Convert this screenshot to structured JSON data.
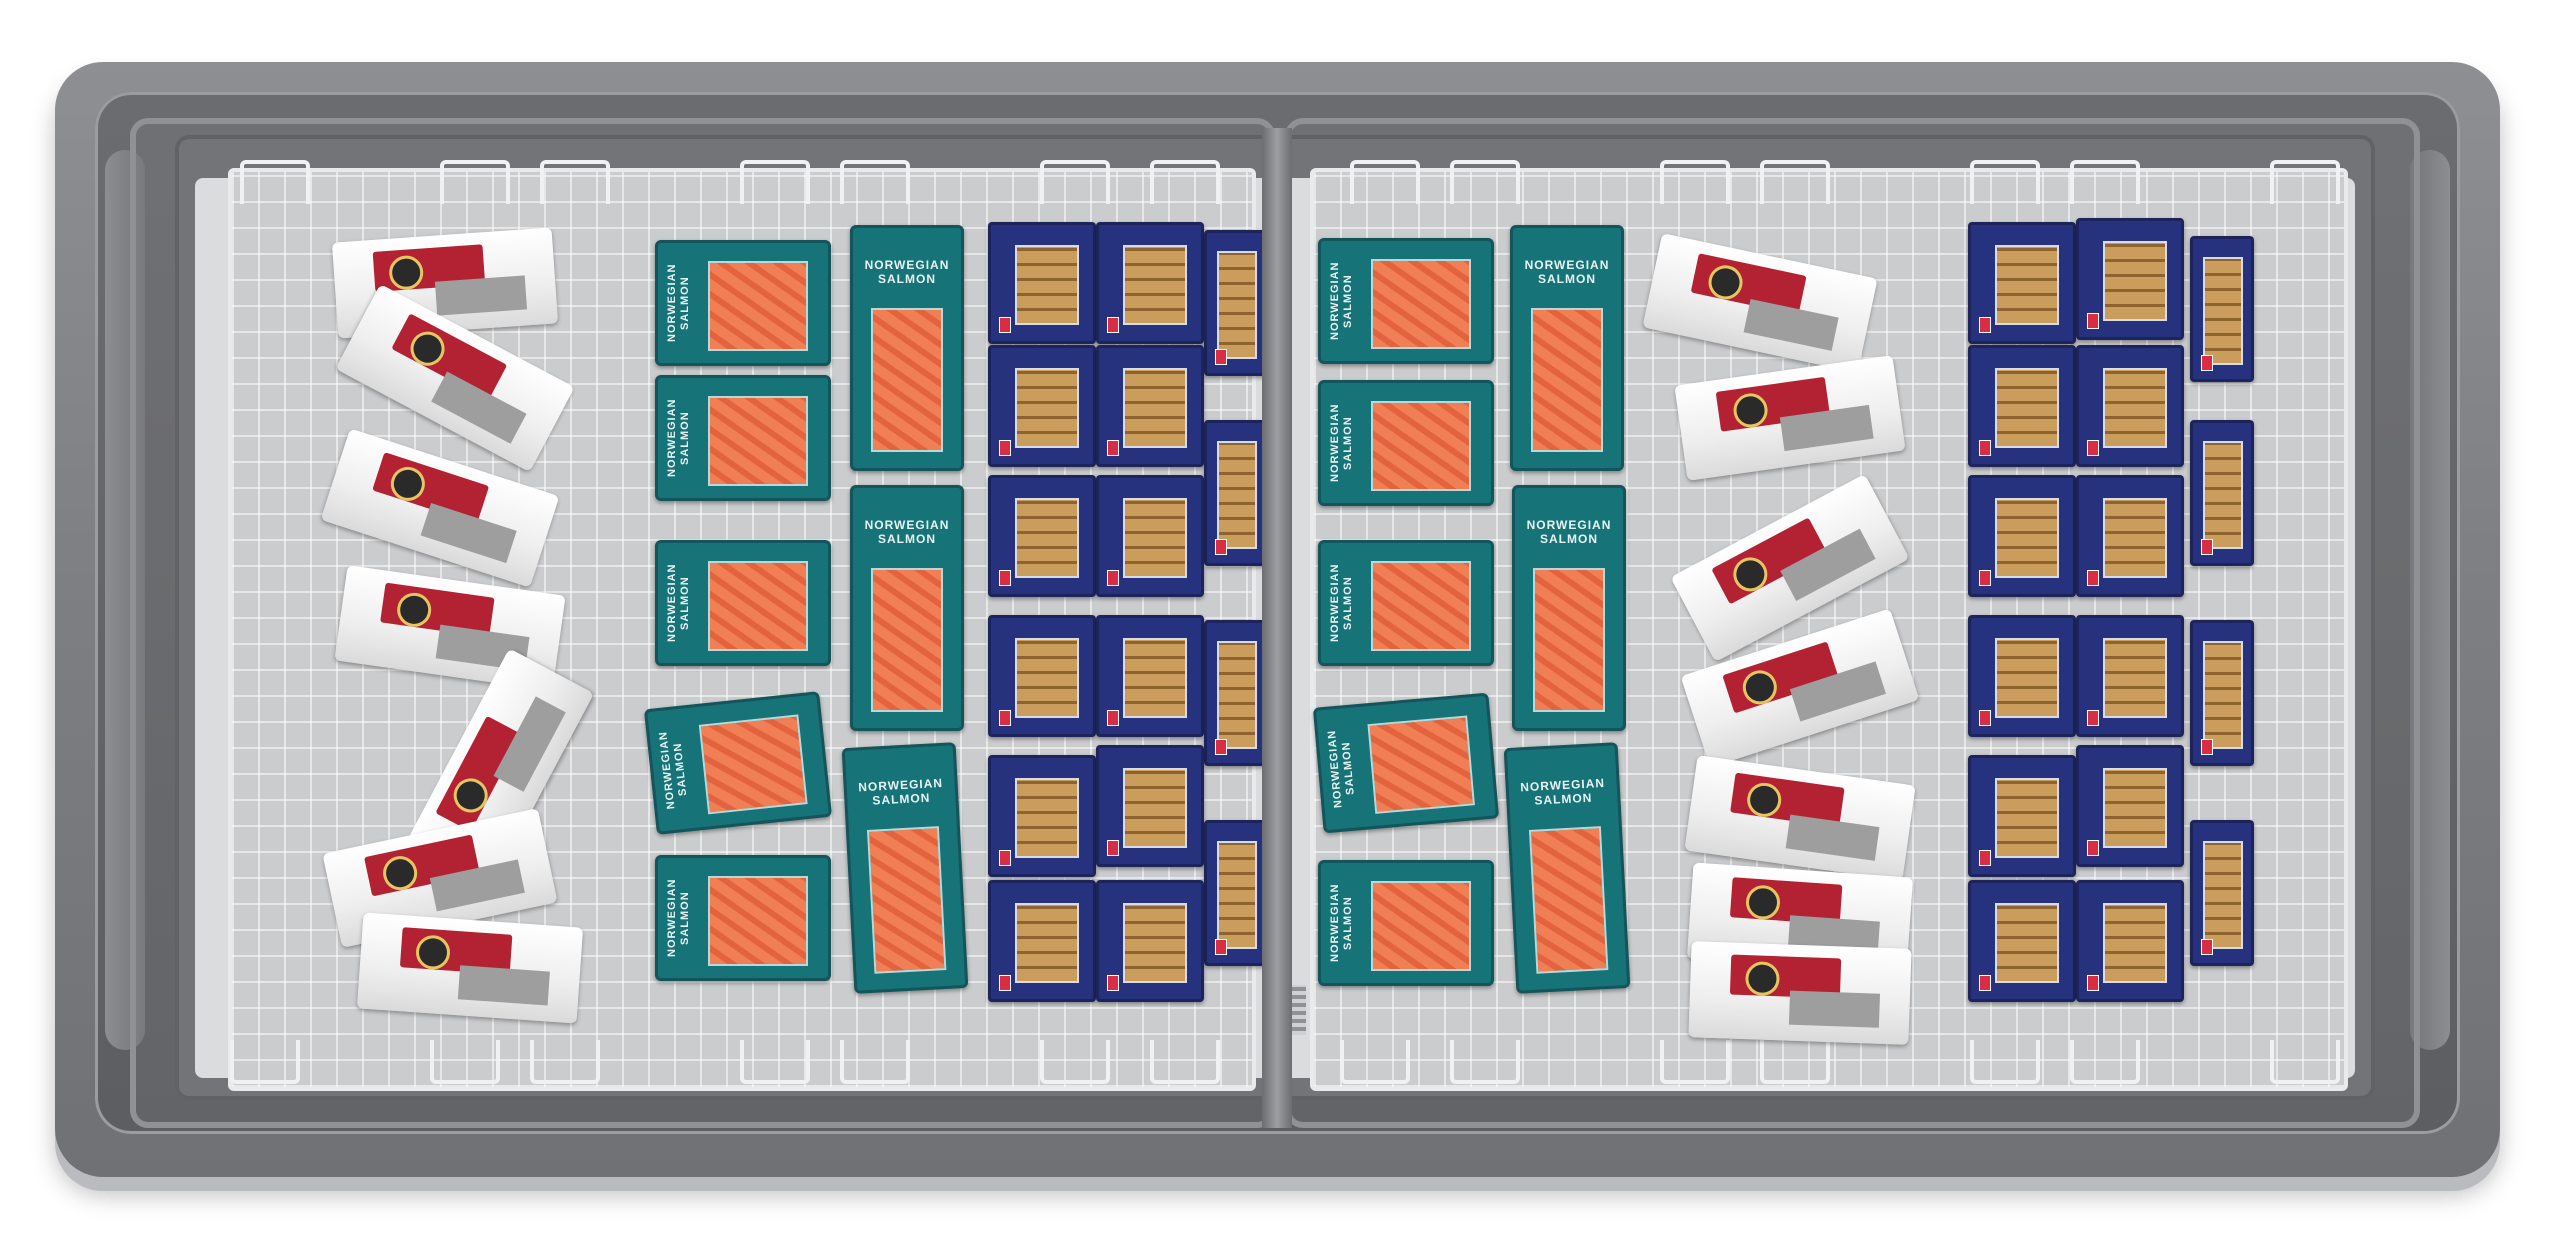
{
  "image": {
    "subject": "top-down-chest-freezer",
    "frame_color": "#7c7e82",
    "floor_color": "#dadbdc",
    "wire_color": "#e9eaeb",
    "lid_sections": 2
  },
  "products": {
    "salmon": {
      "label": "NORWEGIAN SALMON",
      "pack_color": "#0d6e73",
      "fillet_color": "#f07a50"
    },
    "ice_cream": {
      "pack_color": "#ffffff",
      "band_color": "#b0192b"
    },
    "fish_fingers": {
      "pack_color": "#1f2a7a",
      "tray_color": "#c99a57"
    }
  },
  "icons": [
    "freezer-icon"
  ]
}
